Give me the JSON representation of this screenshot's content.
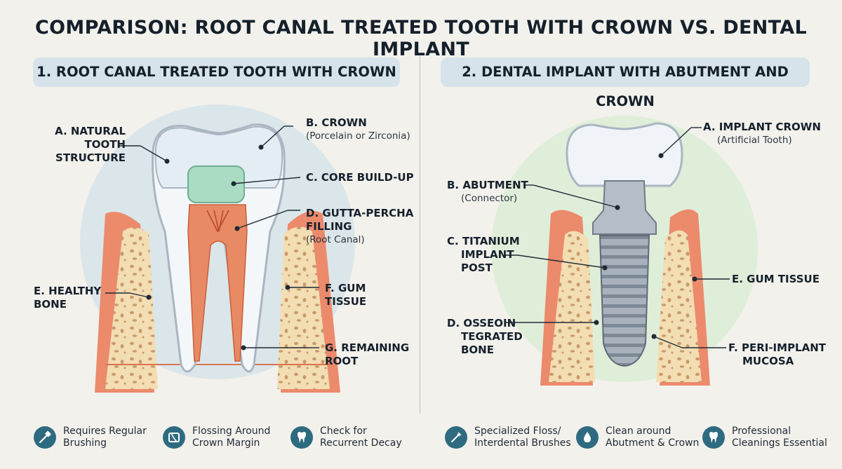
{
  "title": "COMPARISON: ROOT CANAL TREATED TOOTH WITH CROWN VS. DENTAL IMPLANT",
  "left_panel": {
    "heading": "1. ROOT CANAL TREATED TOOTH WITH CROWN",
    "labels": {
      "a_title": "A. NATURAL TOOTH",
      "a_title2": "STRUCTURE",
      "b_title": "B. CROWN",
      "b_sub": "(Porcelain or Zirconia)",
      "c_title": "C. CORE BUILD-UP",
      "d_title": "D. GUTTA-PERCHA",
      "d_title2": "FILLING",
      "d_sub": "(Root Canal)",
      "e_title": "E. HEALTHY",
      "e_title2": "BONE",
      "f_title": "F. GUM",
      "f_title2": "TISSUE",
      "g_title": "G. REMAINING",
      "g_title2": "ROOT"
    },
    "care": [
      {
        "icon": "toothbrush-icon",
        "line1": "Requires Regular",
        "line2": "Brushing"
      },
      {
        "icon": "floss-icon",
        "line1": "Flossing Around",
        "line2": "Crown Margin"
      },
      {
        "icon": "tooth-check-icon",
        "line1": "Check for",
        "line2": "Recurrent Decay"
      }
    ]
  },
  "right_panel": {
    "heading": "2. DENTAL IMPLANT WITH ABUTMENT AND CROWN",
    "labels": {
      "a_title": "A. IMPLANT CROWN",
      "a_sub": "(Artificial Tooth)",
      "b_title": "B. ABUTMENT",
      "b_sub": "(Connector)",
      "c_title": "C. TITANIUM",
      "c_title2": "IMPLANT",
      "c_title3": "POST",
      "d_title": "D. OSSEOIN",
      "d_title2": "TEGRATED",
      "d_title3": "BONE",
      "e_title": "E. GUM TISSUE",
      "f_title": "F. PERI-IMPLANT",
      "f_title2": "MUCOSA"
    },
    "care": [
      {
        "icon": "interdental-brush-icon",
        "line1": "Specialized Floss/",
        "line2": "Interdental Brushes"
      },
      {
        "icon": "water-drop-icon",
        "line1": "Clean around",
        "line2": "Abutment & Crown"
      },
      {
        "icon": "tooth-clean-icon",
        "line1": "Professional",
        "line2": "Cleanings Essential"
      }
    ]
  },
  "colors": {
    "accent": "#2e6b80",
    "gum": "#ec8a6c",
    "bone": "#f3ddb2",
    "crown": "#e9f0f6",
    "core": "#a9dcc2",
    "canal": "#d9744f",
    "titanium": "#9aa6b2"
  }
}
